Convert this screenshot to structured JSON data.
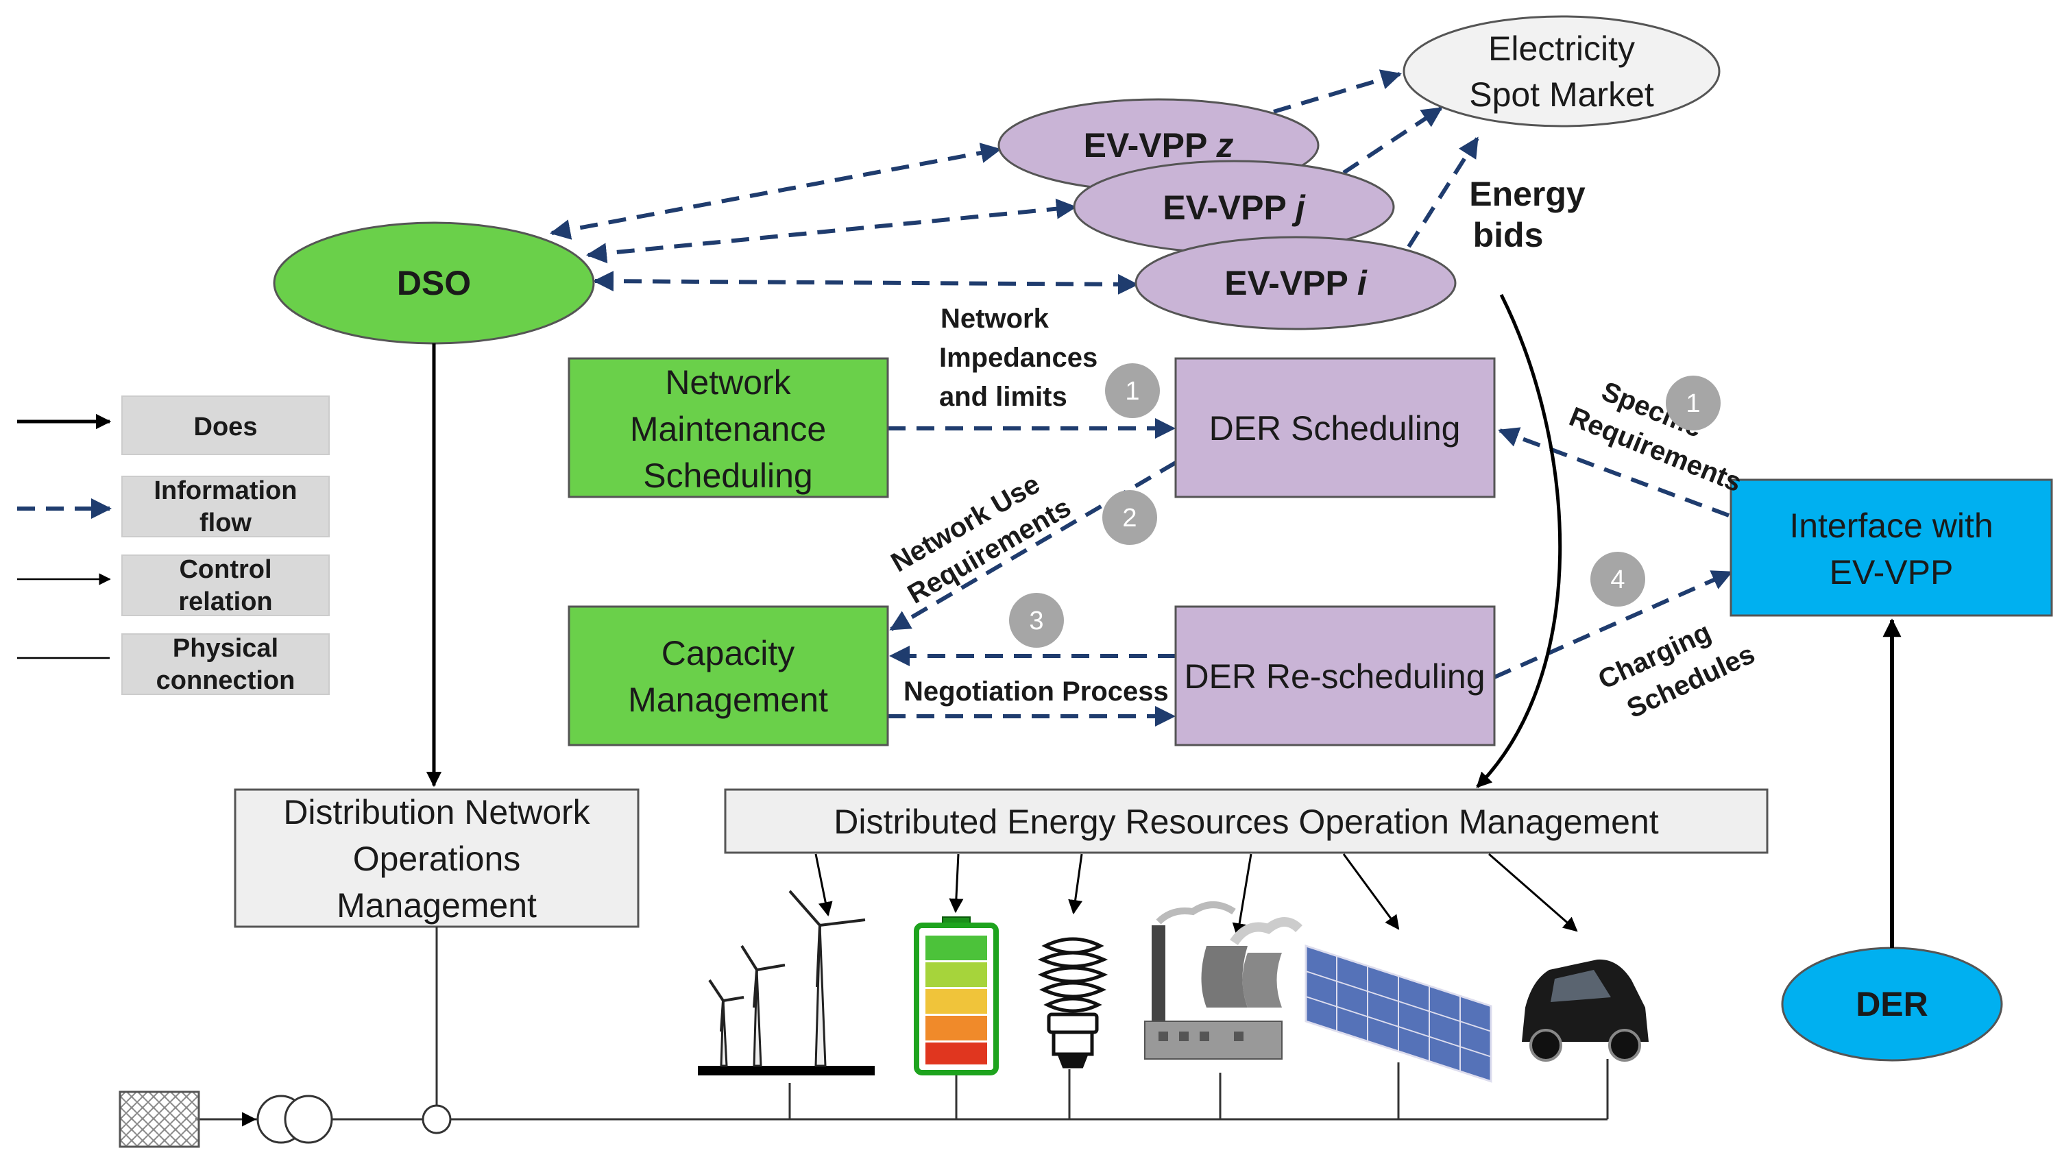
{
  "nodes": {
    "market_line1": "Electricity",
    "market_line2": "Spot Market",
    "vpp_z": "EV-VPP",
    "vpp_z_suffix": "z",
    "vpp_j": "EV-VPP",
    "vpp_j_suffix": "j",
    "vpp_i": "EV-VPP",
    "vpp_i_suffix": "i",
    "dso": "DSO",
    "energy_bids_1": "Energy",
    "energy_bids_2": "bids",
    "nms_1": "Network",
    "nms_2": "Maintenance",
    "nms_3": "Scheduling",
    "der_sched": "DER Scheduling",
    "capacity_1": "Capacity",
    "capacity_2": "Management",
    "der_resched": "DER Re-scheduling",
    "interface_1": "Interface with",
    "interface_2": "EV-VPP",
    "dnom_1": "Distribution Network",
    "dnom_2": "Operations",
    "dnom_3": "Management",
    "derom": "Distributed Energy Resources Operation Management",
    "der": "DER"
  },
  "labels": {
    "net_imp_1": "Network",
    "net_imp_2": "Impedances",
    "net_imp_3": "and limits",
    "net_use_1": "Network Use",
    "net_use_2": "Requirements",
    "negotiation": "Negotiation Process",
    "specific_1": "Specific",
    "specific_2": "Requirements",
    "charging_1": "Charging",
    "charging_2": "Schedules"
  },
  "steps": {
    "s1a": "1",
    "s1b": "1",
    "s2": "2",
    "s3": "3",
    "s4": "4"
  },
  "legend": {
    "does": "Does",
    "info_1": "Information",
    "info_2": "flow",
    "control_1": "Control",
    "control_2": "relation",
    "physical_1": "Physical",
    "physical_2": "connection"
  },
  "colors": {
    "green": "#6ad04a",
    "purple": "#c9b4d6",
    "blue": "#00b0f0",
    "grey_box": "#efefef",
    "legend_box": "#d9d9d9",
    "dash_line": "#1f3c6e",
    "step_circle": "#a6a6a6"
  },
  "icons": [
    "wind-turbines-icon",
    "battery-icon",
    "cfl-bulb-icon",
    "power-plant-icon",
    "solar-panel-icon",
    "electric-car-icon",
    "grid-source-icon",
    "transformer-icon"
  ]
}
